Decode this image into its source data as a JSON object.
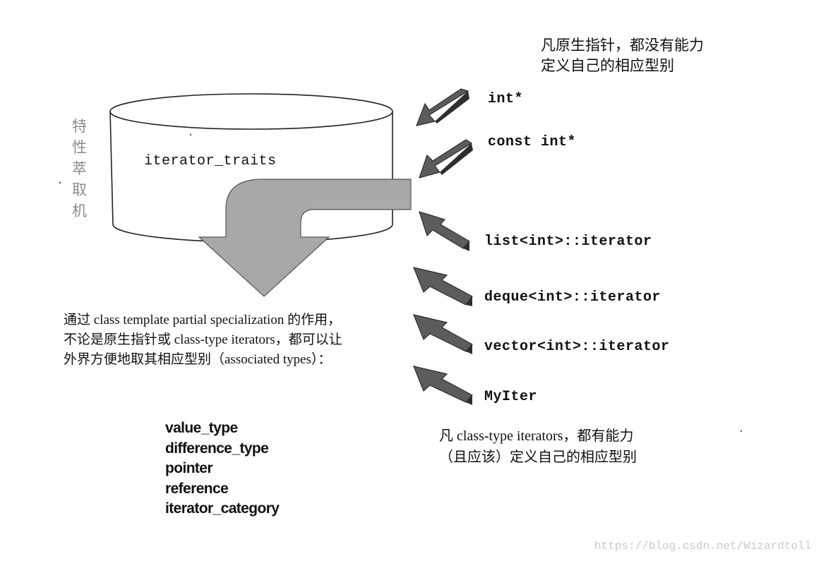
{
  "note_top": {
    "line1": "凡原生指针，都没有能力",
    "line2": "定义自己的相应型别"
  },
  "traits_label": "iterator_traits",
  "vertical_label": "特性萃取机",
  "inputs": [
    "int*",
    "const int*",
    "list<int>::iterator",
    "deque<int>::iterator",
    "vector<int>::iterator",
    "MyIter"
  ],
  "description": {
    "line1": "通过 class template partial specialization 的作用，",
    "line2": "不论是原生指针或 class-type iterators，都可以让",
    "line3": "外界方便地取其相应型别（associated types）："
  },
  "associated_types": [
    "value_type",
    "difference_type",
    "pointer",
    "reference",
    "iterator_category"
  ],
  "note_bottom": {
    "line1": "凡 class-type iterators，都有能力",
    "line2": "（且应该）定义自己的相应型别"
  },
  "watermark": "https://blog.csdn.net/Wizardtoll",
  "colors": {
    "arrow_fill": "#5c5c5c",
    "arrow_dark": "#2e2e2e",
    "big_arrow_fill": "#a8a8a8",
    "outline": "#222222",
    "vertical_label": "#8a8a8a"
  }
}
